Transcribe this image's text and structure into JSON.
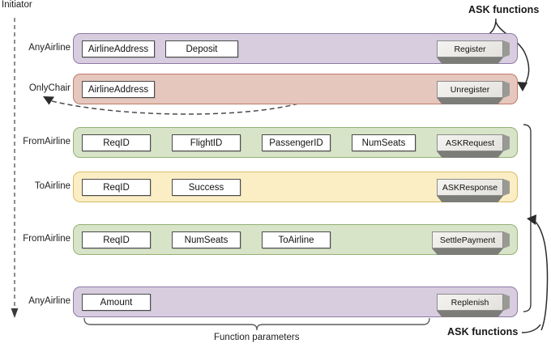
{
  "diagram": {
    "title_top_right": "ASK functions",
    "title_bottom_right": "ASK functions",
    "initiator_label": "Initiator",
    "function_parameters_label": "Function parameters",
    "colors": {
      "purple_fill": "#d7cddf",
      "purple_border": "#8d7aa4",
      "salmon_fill": "#e5c7be",
      "salmon_border": "#c27a67",
      "green_fill": "#d7e4c8",
      "green_border": "#93b176",
      "yellow_fill": "#fbeec5",
      "yellow_border": "#d9bc63",
      "param_border": "#4a4a4a",
      "button_face": "#efeeea"
    },
    "rows": [
      {
        "initiator": "AnyAirline",
        "color": "purple",
        "params": [
          "AirlineAddress",
          "Deposit"
        ],
        "function": "Register"
      },
      {
        "initiator": "OnlyChair",
        "color": "salmon",
        "params": [
          "AirlineAddress"
        ],
        "function": "Unregister"
      },
      {
        "initiator": "FromAirline",
        "color": "green",
        "params": [
          "ReqID",
          "FlightID",
          "PassengerID",
          "NumSeats"
        ],
        "function": "ASKRequest"
      },
      {
        "initiator": "ToAirline",
        "color": "yellow",
        "params": [
          "ReqID",
          "Success"
        ],
        "function": "ASKResponse"
      },
      {
        "initiator": "FromAirline",
        "color": "green",
        "params": [
          "ReqID",
          "NumSeats",
          "ToAirline"
        ],
        "function": "SettlePayment"
      },
      {
        "initiator": "AnyAirline",
        "color": "purple",
        "params": [
          "Amount"
        ],
        "function": "Replenish"
      }
    ]
  }
}
